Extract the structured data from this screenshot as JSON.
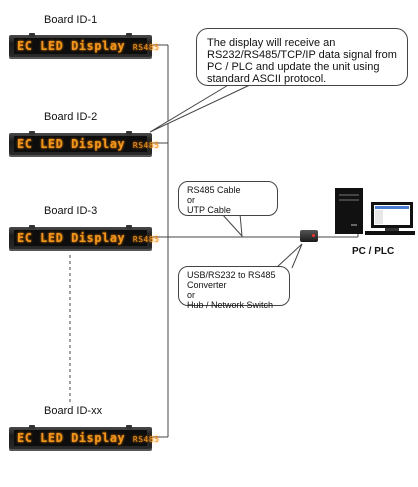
{
  "boards": [
    {
      "label": "Board ID-1",
      "display_main": "EC LED Display",
      "display_small": "RS485"
    },
    {
      "label": "Board ID-2",
      "display_main": "EC LED Display",
      "display_small": "RS485"
    },
    {
      "label": "Board ID-3",
      "display_main": "EC LED Display",
      "display_small": "RS485"
    },
    {
      "label": "Board ID-xx",
      "display_main": "EC LED Display",
      "display_small": "RS485"
    }
  ],
  "callouts": {
    "main": "The display will receive an RS232/RS485/TCP/IP data signal from PC / PLC and update the unit using standard ASCII protocol.",
    "cable_line1": "RS485 Cable",
    "cable_line2": "or",
    "cable_line3": "UTP Cable",
    "converter_line1": "USB/RS232 to RS485",
    "converter_line2": "Converter",
    "converter_line3": "or",
    "converter_line4": "Hub / Network Switch"
  },
  "pc_label": "PC / PLC",
  "colors": {
    "led": "#f0951e",
    "board": "#2a2a2a",
    "line": "#444444"
  }
}
